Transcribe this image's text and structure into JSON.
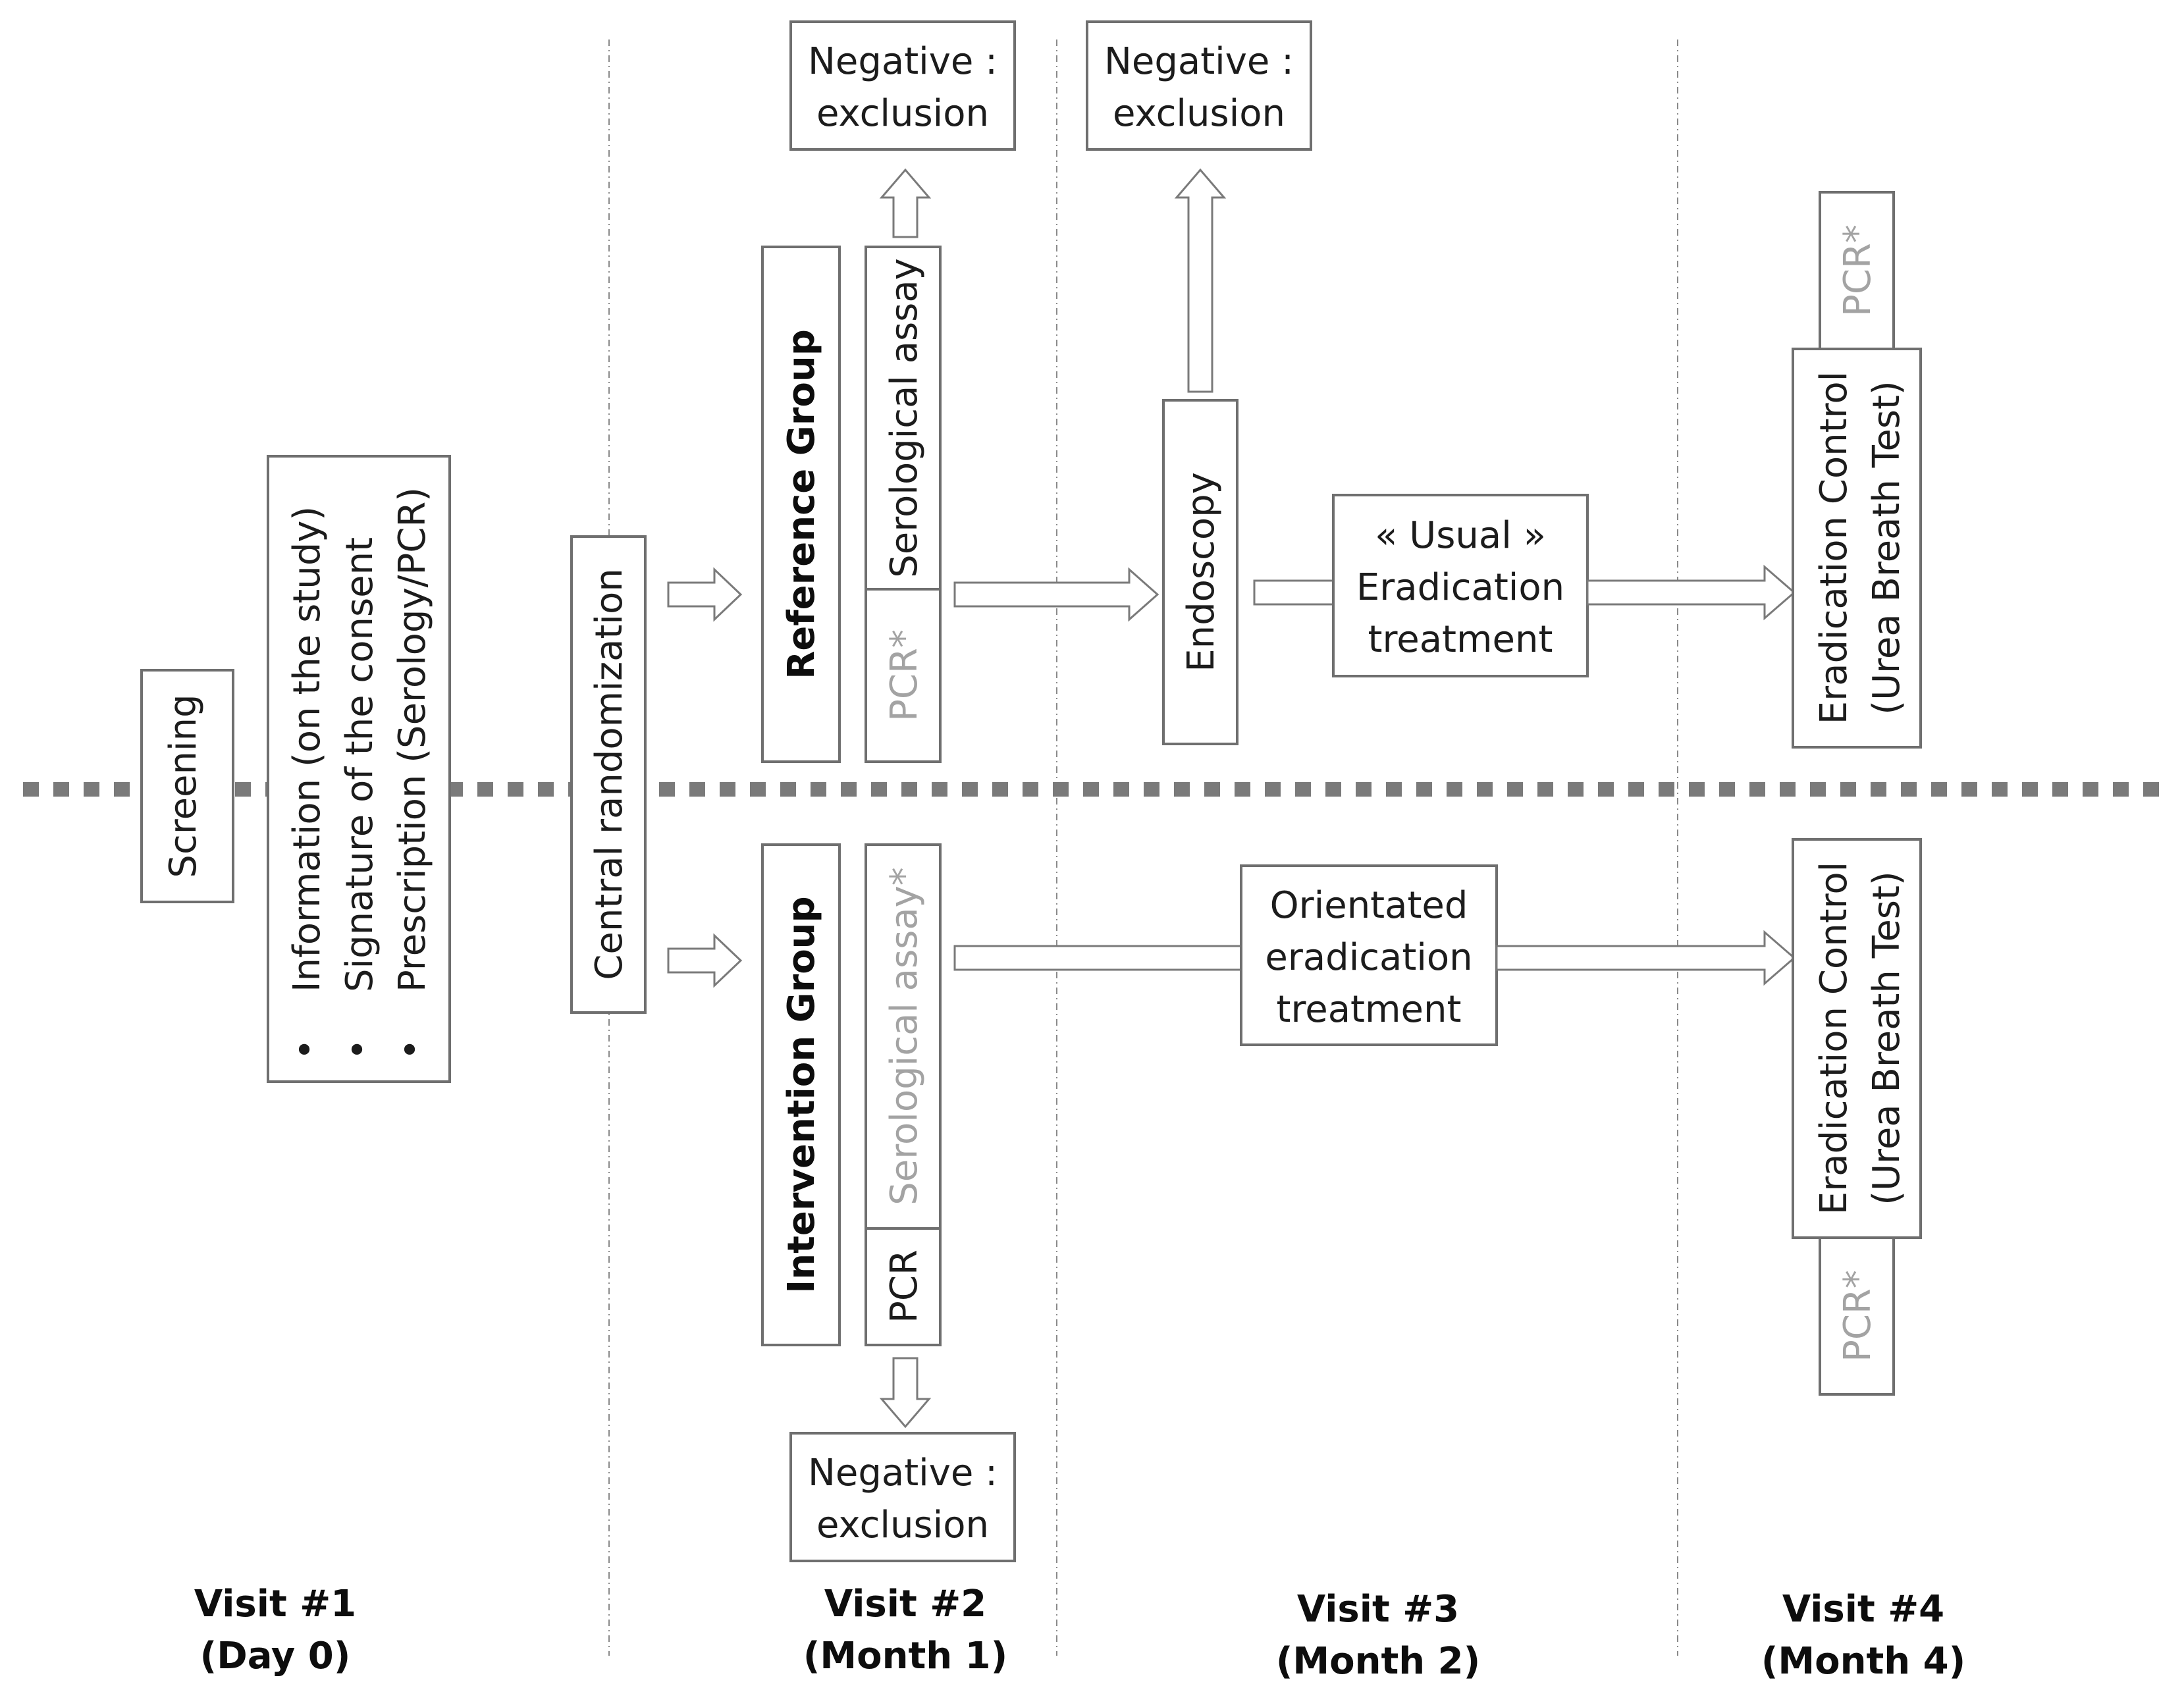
{
  "boxes": {
    "screening": "Screening",
    "info_line1": "Information (on the study)",
    "info_line2": "Signature of the consent",
    "info_line3": "Prescription (Serology/PCR)",
    "bullet": "•",
    "central_randomization": "Central randomization",
    "reference_group": "Reference Group",
    "ref_serological": "Serological assay",
    "ref_pcr": "PCR*",
    "intervention_group": "Intervention Group",
    "int_serological": "Serological assay*",
    "int_pcr": "PCR",
    "negative_line1": "Negative :",
    "negative_line2": "exclusion",
    "endoscopy": "Endoscopy",
    "usual_line1": "« Usual »",
    "usual_line2": "Eradication",
    "usual_line3": "treatment",
    "orientated_line1": "Orientated",
    "orientated_line2": "eradication",
    "orientated_line3": "treatment",
    "erad_line1": "Eradication Control",
    "erad_line2": "(Urea Breath Test)",
    "pcr_star": "PCR*"
  },
  "visits": {
    "v1_line1": "Visit #1",
    "v1_line2": "(Day 0)",
    "v2_line1": "Visit #2",
    "v2_line2": "(Month 1)",
    "v3_line1": "Visit #3",
    "v3_line2": "(Month 2)",
    "v4_line1": "Visit #4",
    "v4_line2": "(Month 4)"
  }
}
